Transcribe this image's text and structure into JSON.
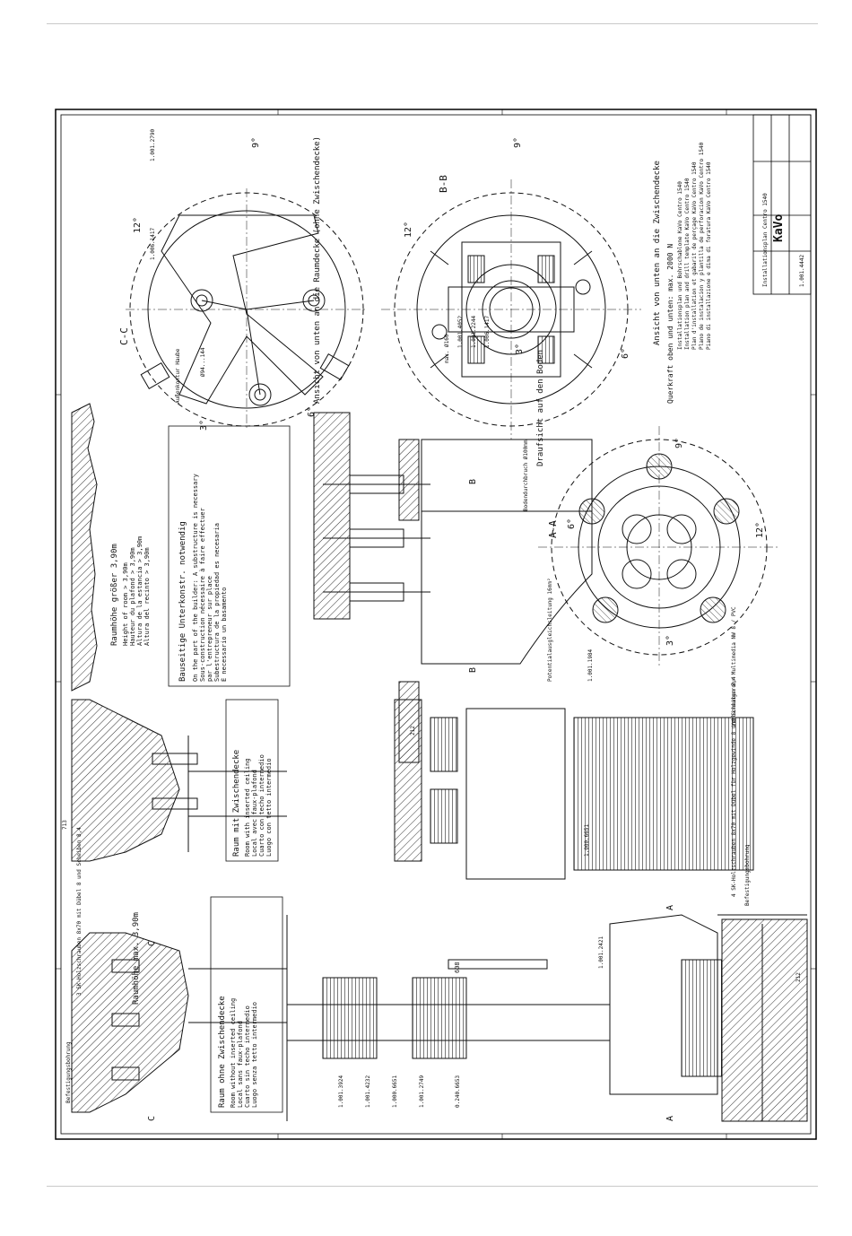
{
  "titles": {
    "room_without_ceiling": "Raum ohne Zwischendecke",
    "room_with_ceiling": "Raum mit Zwischendecke",
    "room_height_max": "Raumhöhe max. 3,90m",
    "room_height_greater": "Raumhöhe größer 3,90m",
    "substructure": "Bauseitige Unterkonstr. notwendig",
    "view_from_below": "Ansicht von unten an die Raumdecke (ohne Zwischendecke)",
    "view_from_below_ceiling": "Ansicht von unten an die Zwischendecke",
    "top_view_floor": "Draufsicht auf den Boden",
    "cross_force": "Querkraft oben und unten: max. 2000 N"
  },
  "translations": {
    "room_without": [
      "Room without inserted ceiling",
      "Local sans faux-plafond",
      "Cuarto sin techo intermedio",
      "Luogo senza tetto intermedio"
    ],
    "room_with": [
      "Room with inserted ceiling",
      "Local avec faux-plafond",
      "Cuarto con techo intermedio",
      "Luogo con tetto intermedio"
    ],
    "height_list": [
      "Height of room > 3,90m",
      "Hauteur du plafond > 3,90m",
      "Altura de la estancia > 3,90m",
      "Altura del recinto > 3,90m"
    ],
    "substructure_text": [
      "On the part of the builder: A substructure is necessary",
      "Sous-construction nécessaire à faire effectuer",
      "par l'entrepreneur sur place",
      "Subestructura de la propiedad es necesaria",
      "È necessario un basamento"
    ]
  },
  "section_labels": {
    "cc": "C-C",
    "bb": "B-B",
    "aa": "A-A",
    "a": "A",
    "b": "B",
    "c": "C"
  },
  "angles": {
    "nine": "9°",
    "twelve": "12°",
    "three": "3°",
    "six": "6°"
  },
  "part_numbers": {
    "p1": "1.001.3924",
    "p2": "1.001.4232",
    "p3": "1.000.6651",
    "p4": "1.001.2749",
    "p5": "0.240.6653",
    "p6": "1.001.2421",
    "p7": "1.000.6651",
    "p8": "1.001.1984",
    "p9": "1.001.4052",
    "p10": "1.001.2244",
    "p11": "1.006.1417",
    "p12": "1.001.2790",
    "p13": "1.006.1417"
  },
  "dimensions": {
    "d608": "608",
    "d212": "212",
    "d713": "713",
    "d204": "Ø94...144",
    "d160": "max. Ø160"
  },
  "notes": {
    "n_screws": "3 SK-Holzschrauben 8x70 mit Dübel 8 und Scheiben 8,4",
    "n_contour": "Außenkontur Haube",
    "n_floor_hole": "Bodendurchbruch Ø100mm",
    "n_potential": "Potentialausgleichsleitung 16mm²",
    "n_multimedia": "Verbindungsrohr Multimedia NW 8 / PVC",
    "n_fixing": "Befestigungsbohrung",
    "n_floor_anchor": "4 SK-Holzschrauben 8x70 mit Dübel für Holzgewinde 8 und Scheiben 8,4"
  },
  "title_block": {
    "company": "KaVo",
    "description": "Installationsplan Centro 1540",
    "drawing_no": "1.001.4442",
    "installation_text": [
      "Installationsplan und Bohrschablone KaVo Centro 1540",
      "Installation plan and drill template KaVo Centro 1540",
      "Plan d'installation et gabarit de perçage KaVo Centro 1540",
      "Plano de instalacion y plantilla de perforacion KaVo Centro 1540",
      "Piano di installazione e dima di foratura KaVo Centro 1540"
    ]
  },
  "colors": {
    "line": "#111111",
    "hatch": "#333333",
    "frame": "#000000"
  }
}
